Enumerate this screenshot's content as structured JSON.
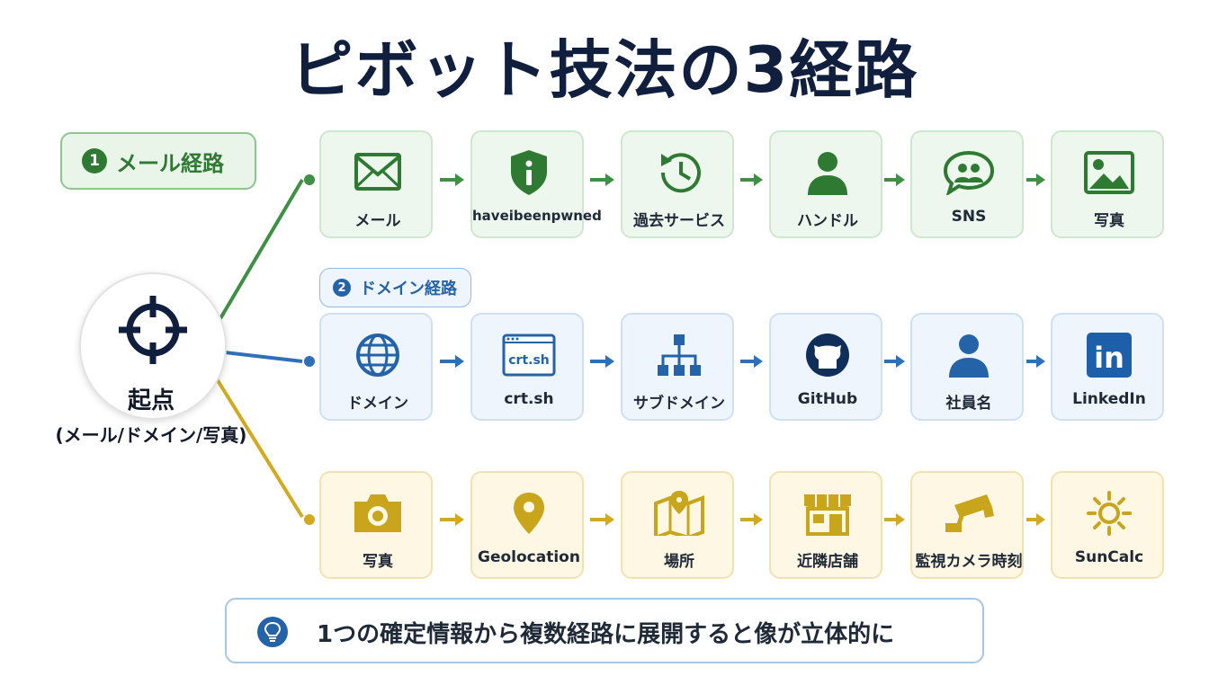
{
  "title": "ピボット技法の3経路",
  "start": {
    "label": "起点",
    "sub": "(メール/ドメイン/写真)"
  },
  "routes": [
    {
      "number": "1",
      "label": "メール経路",
      "color": "#2f7a33",
      "nodes": [
        {
          "label": "メール",
          "icon": "envelope-icon"
        },
        {
          "label": "haveibeenpwned",
          "icon": "shield-info-icon"
        },
        {
          "label": "過去サービス",
          "icon": "history-clock-icon"
        },
        {
          "label": "ハンドル",
          "icon": "person-icon"
        },
        {
          "label": "SNS",
          "icon": "chat-people-icon"
        },
        {
          "label": "写真",
          "icon": "image-icon"
        }
      ]
    },
    {
      "number": "2",
      "label": "ドメイン経路",
      "color": "#2463a8",
      "nodes": [
        {
          "label": "ドメイン",
          "icon": "globe-icon"
        },
        {
          "label": "crt.sh",
          "icon": "browser-window-icon",
          "icon_text": "crt.sh"
        },
        {
          "label": "サブドメイン",
          "icon": "sitemap-icon"
        },
        {
          "label": "GitHub",
          "icon": "github-icon"
        },
        {
          "label": "社員名",
          "icon": "person-icon"
        },
        {
          "label": "LinkedIn",
          "icon": "linkedin-icon",
          "icon_text": "in"
        }
      ]
    },
    {
      "color": "#c9a51c",
      "nodes": [
        {
          "label": "写真",
          "icon": "camera-icon"
        },
        {
          "label": "Geolocation",
          "icon": "map-pin-icon"
        },
        {
          "label": "場所",
          "icon": "map-icon"
        },
        {
          "label": "近隣店舗",
          "icon": "storefront-icon"
        },
        {
          "label": "監視カメラ時刻",
          "icon": "cctv-icon"
        },
        {
          "label": "SunCalc",
          "icon": "sun-icon"
        }
      ]
    }
  ],
  "tip": {
    "text": "1つの確定情報から複数経路に展開すると像が立体的に",
    "icon": "lightbulb-icon"
  }
}
